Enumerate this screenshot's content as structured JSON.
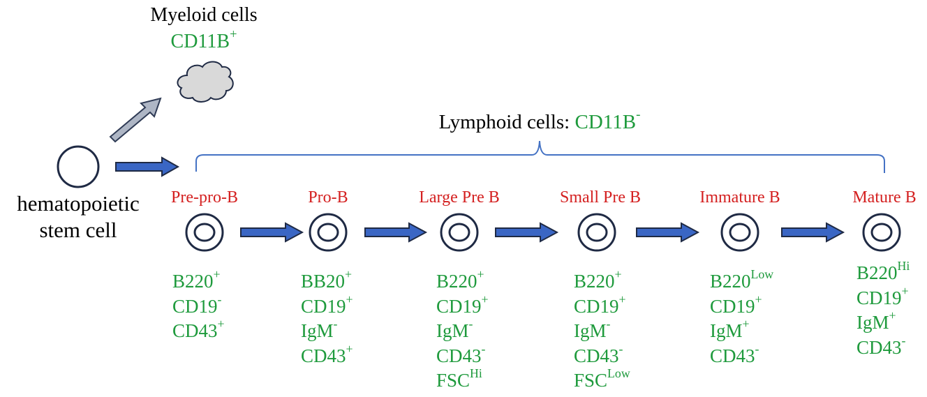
{
  "colors": {
    "marker_green": "#1e9a3c",
    "stage_red": "#d42020",
    "arrow_blue": "#3a66c4",
    "arrow_gray": "#aeb6c5",
    "bracket_blue": "#4472c4",
    "cloud_fill": "#d9d9d9"
  },
  "myeloid": {
    "label": "Myeloid cells",
    "marker": {
      "base": "CD11B",
      "sup": "+"
    }
  },
  "lymphoid": {
    "label": "Lymphoid cells: ",
    "marker": {
      "base": "CD11B",
      "sup": "-"
    }
  },
  "hsc": {
    "line1": "hematopoietic",
    "line2": "stem cell"
  },
  "stages": [
    {
      "name": "Pre-pro-B",
      "markers": [
        {
          "base": "B220",
          "sup": "+"
        },
        {
          "base": "CD19",
          "sup": "-"
        },
        {
          "base": "CD43",
          "sup": "+"
        }
      ]
    },
    {
      "name": "Pro-B",
      "markers": [
        {
          "base": "BB20",
          "sup": "+"
        },
        {
          "base": "CD19",
          "sup": "+"
        },
        {
          "base": "IgM",
          "sup": "-"
        },
        {
          "base": "CD43",
          "sup": "+"
        }
      ]
    },
    {
      "name": "Large Pre B",
      "markers": [
        {
          "base": "B220",
          "sup": "+"
        },
        {
          "base": "CD19",
          "sup": "+"
        },
        {
          "base": "IgM",
          "sup": "-"
        },
        {
          "base": "CD43",
          "sup": "-"
        },
        {
          "base": "FSC",
          "sup": "Hi"
        }
      ]
    },
    {
      "name": "Small Pre B",
      "markers": [
        {
          "base": "B220",
          "sup": "+"
        },
        {
          "base": "CD19",
          "sup": "+"
        },
        {
          "base": "IgM",
          "sup": "-"
        },
        {
          "base": "CD43",
          "sup": "-"
        },
        {
          "base": "FSC",
          "sup": "Low"
        }
      ]
    },
    {
      "name": "Immature B",
      "markers": [
        {
          "base": "B220",
          "sup": "Low"
        },
        {
          "base": "CD19",
          "sup": "+"
        },
        {
          "base": "IgM",
          "sup": "+"
        },
        {
          "base": "CD43",
          "sup": "-"
        }
      ]
    },
    {
      "name": "Mature B",
      "markers": [
        {
          "base": "B220",
          "sup": "Hi"
        },
        {
          "base": "CD19",
          "sup": "+"
        },
        {
          "base": "IgM",
          "sup": "+"
        },
        {
          "base": "CD43",
          "sup": "-"
        }
      ]
    }
  ]
}
